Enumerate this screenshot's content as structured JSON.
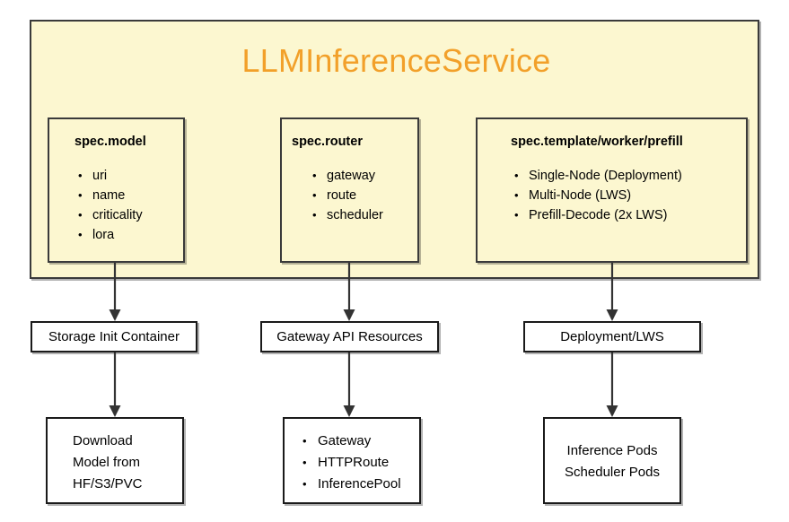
{
  "diagram": {
    "title": "LLMInferenceService",
    "title_color": "#F2A02A",
    "container_fill": "#FCF7D0",
    "container_border": "#3a3a3a",
    "spec_boxes": [
      {
        "id": "spec-model",
        "title": "spec.model",
        "items": [
          "uri",
          "name",
          "criticality",
          "lora"
        ]
      },
      {
        "id": "spec-router",
        "title": "spec.router",
        "items": [
          "gateway",
          "route",
          "scheduler"
        ]
      },
      {
        "id": "spec-template",
        "title": "spec.template/worker/prefill",
        "items": [
          "Single-Node (Deployment)",
          "Multi-Node (LWS)",
          "Prefill-Decode (2x LWS)"
        ]
      }
    ],
    "middle_row": [
      {
        "id": "storage-init",
        "label": "Storage Init Container"
      },
      {
        "id": "gateway-api",
        "label": "Gateway API Resources"
      },
      {
        "id": "deployment-lws",
        "label": "Deployment/LWS"
      }
    ],
    "bottom_row": [
      {
        "id": "download-model",
        "label": "Download\nModel from\nHF/S3/PVC"
      },
      {
        "id": "gateway-list",
        "items": [
          "Gateway",
          "HTTPRoute",
          "InferencePool"
        ]
      },
      {
        "id": "pods",
        "label": "Inference Pods\nScheduler Pods"
      }
    ],
    "arrow_color": "#333333"
  }
}
